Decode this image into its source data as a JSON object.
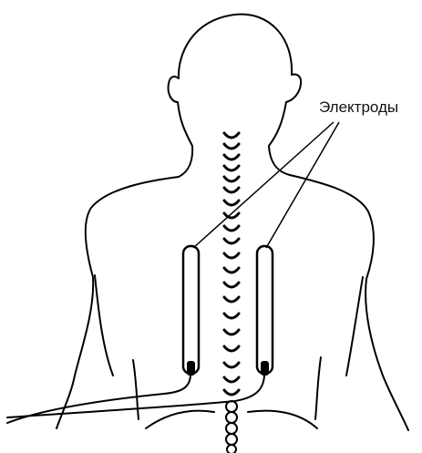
{
  "diagram": {
    "label": "Электроды",
    "colors": {
      "ink": "#000000",
      "background": "#ffffff"
    },
    "icons": [
      "human-back-figure",
      "spine-vertebrae",
      "electrode-pad",
      "electrode-cable"
    ]
  }
}
